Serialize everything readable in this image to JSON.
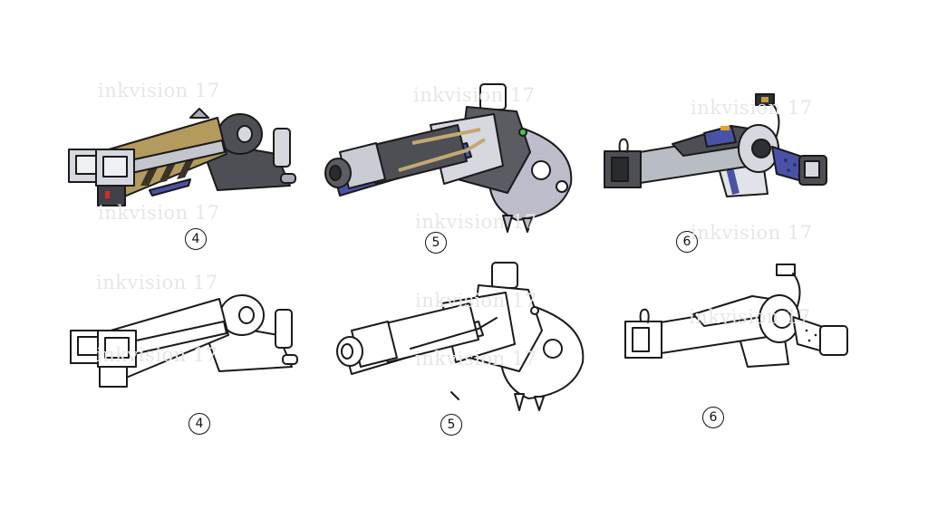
{
  "watermark": {
    "text": "inkvision 17",
    "color": "#e6e6e6"
  },
  "sheet": {
    "rows": [
      {
        "style": "colored",
        "items": [
          {
            "id": "weapon-4-colored",
            "label": "4"
          },
          {
            "id": "weapon-5-colored",
            "label": "5"
          },
          {
            "id": "weapon-6-colored",
            "label": "6"
          }
        ]
      },
      {
        "style": "lineart",
        "items": [
          {
            "id": "weapon-4-lineart",
            "label": "4"
          },
          {
            "id": "weapon-5-lineart",
            "label": "5"
          },
          {
            "id": "weapon-6-lineart",
            "label": "6"
          }
        ]
      }
    ]
  },
  "palette": {
    "steel_light": "#d5d8de",
    "steel_mid": "#a9adb5",
    "steel_dark": "#4d4f55",
    "gold": "#b49a5c",
    "blue": "#4a52a8",
    "accent_red": "#d42a2a",
    "accent_green": "#3ccb4a"
  }
}
